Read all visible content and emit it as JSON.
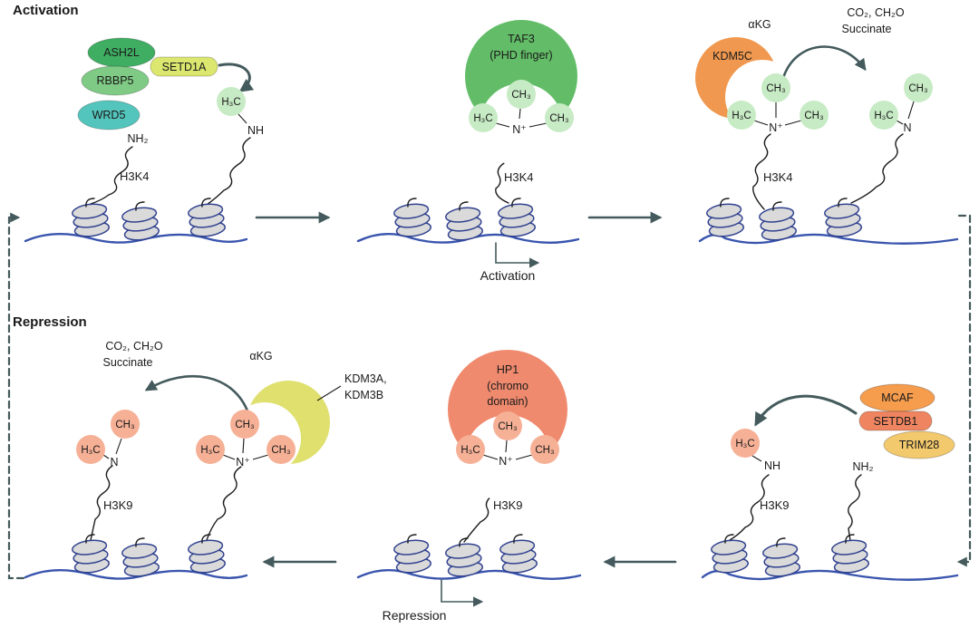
{
  "colors": {
    "arrow": "#445a5c",
    "dna": "#3a55ae",
    "nucleosome_fill": "#dadada",
    "nucleosome_stroke": "#31428f",
    "tail": "#1c1c1c",
    "methyl_green": "#c7ebc5",
    "methyl_salmon": "#f6b096",
    "taf3": "#63bd68",
    "hp1": "#ef8a6e",
    "kdm5c": "#f0984f",
    "kdm3": "#dfe06e",
    "ash2l": "#3fae63",
    "rbbp5": "#7fca85",
    "wrd5": "#54c5bc",
    "setd1a": "#dbe76f",
    "mcaf": "#f59c4d",
    "setdb1": "#ef8560",
    "trim28": "#f3c96d",
    "text": "#1a1a1a"
  },
  "headings": {
    "activation": "Activation",
    "repression": "Repression"
  },
  "panels": {
    "writer_h3k4": {
      "proteins": {
        "ash2l": "ASH2L",
        "setd1a": "SETD1A",
        "rbbp5": "RBBP5",
        "wrd5": "WRD5"
      },
      "substrate_amine": "NH₂",
      "product_methyl": "H₃C",
      "product_amine": "NH",
      "residue": "H3K4"
    },
    "reader_h3k4": {
      "protein_line1": "TAF3",
      "protein_line2": "(PHD finger)",
      "methyl_top": "CH₃",
      "methyl_left": "H₃C",
      "methyl_right": "CH₃",
      "nitrogen": "N⁺",
      "residue": "H3K4",
      "output_label": "Activation"
    },
    "eraser_h3k4": {
      "enzyme": "KDM5C",
      "cofactor": "αKG",
      "byproducts_line1": "CO₂, CH₂O",
      "byproducts_line2": "Succinate",
      "methyl_top": "CH₃",
      "methyl_left": "H₃C",
      "methyl_right": "CH₃",
      "nitrogen": "N⁺",
      "product_methyl_top": "CH₃",
      "product_methyl_left": "H₃C",
      "product_nitrogen": "N",
      "residue": "H3K4"
    },
    "writer_h3k9": {
      "proteins": {
        "mcaf": "MCAF",
        "setdb1": "SETDB1",
        "trim28": "TRIM28"
      },
      "substrate_amine": "NH₂",
      "product_methyl": "H₃C",
      "product_amine": "NH",
      "residue": "H3K9"
    },
    "reader_h3k9": {
      "protein_line1": "HP1",
      "protein_line2": "(chromo",
      "protein_line3": "domain)",
      "methyl_top": "CH₃",
      "methyl_left": "H₃C",
      "methyl_right": "CH₃",
      "nitrogen": "N⁺",
      "residue": "H3K9",
      "output_label": "Repression"
    },
    "eraser_h3k9": {
      "enzyme_line1": "KDM3A,",
      "enzyme_line2": "KDM3B",
      "cofactor": "αKG",
      "byproducts_line1": "CO₂, CH₂O",
      "byproducts_line2": "Succinate",
      "methyl_top": "CH₃",
      "methyl_left": "H₃C",
      "methyl_right": "CH₃",
      "nitrogen": "N⁺",
      "product_methyl_top": "CH₃",
      "product_methyl_left": "H₃C",
      "product_nitrogen": "N",
      "residue": "H3K9"
    }
  }
}
